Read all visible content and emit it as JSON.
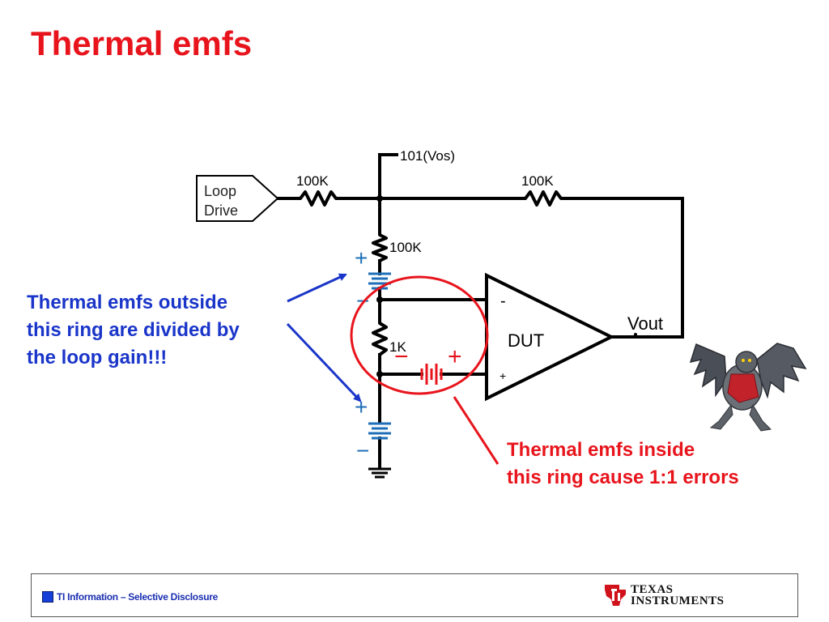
{
  "slide": {
    "title": "Thermal emfs"
  },
  "callouts": {
    "outside": [
      "Thermal emfs outside",
      "this ring are divided by",
      "the loop gain!!!"
    ],
    "inside": [
      "Thermal emfs inside",
      "this ring cause 1:1 errors"
    ]
  },
  "circuit": {
    "loop_drive": [
      "Loop",
      "Drive"
    ],
    "vos_node": "101(Vos)",
    "r_input": "100K",
    "r_feedback": "100K",
    "r_divider": "100K",
    "r_small": "1K",
    "opamp_label": "DUT",
    "opamp_inverting": "-",
    "opamp_noninverting": "+",
    "output_label": "Vout",
    "polarity_plus": "+",
    "polarity_minus": "−"
  },
  "footer": {
    "disclosure": "TI Information – Selective Disclosure",
    "logo_line1": "TEXAS",
    "logo_line2": "INSTRUMENTS"
  },
  "colors": {
    "title_red": "#e8141c",
    "callout_blue": "#1a35c9",
    "ring_red": "#e8141c",
    "battery_blue": "#1f6fb8",
    "wire_black": "#000000"
  },
  "icons": {
    "logo": "ti-logo-icon",
    "mascot": "flying-monkey-icon"
  }
}
